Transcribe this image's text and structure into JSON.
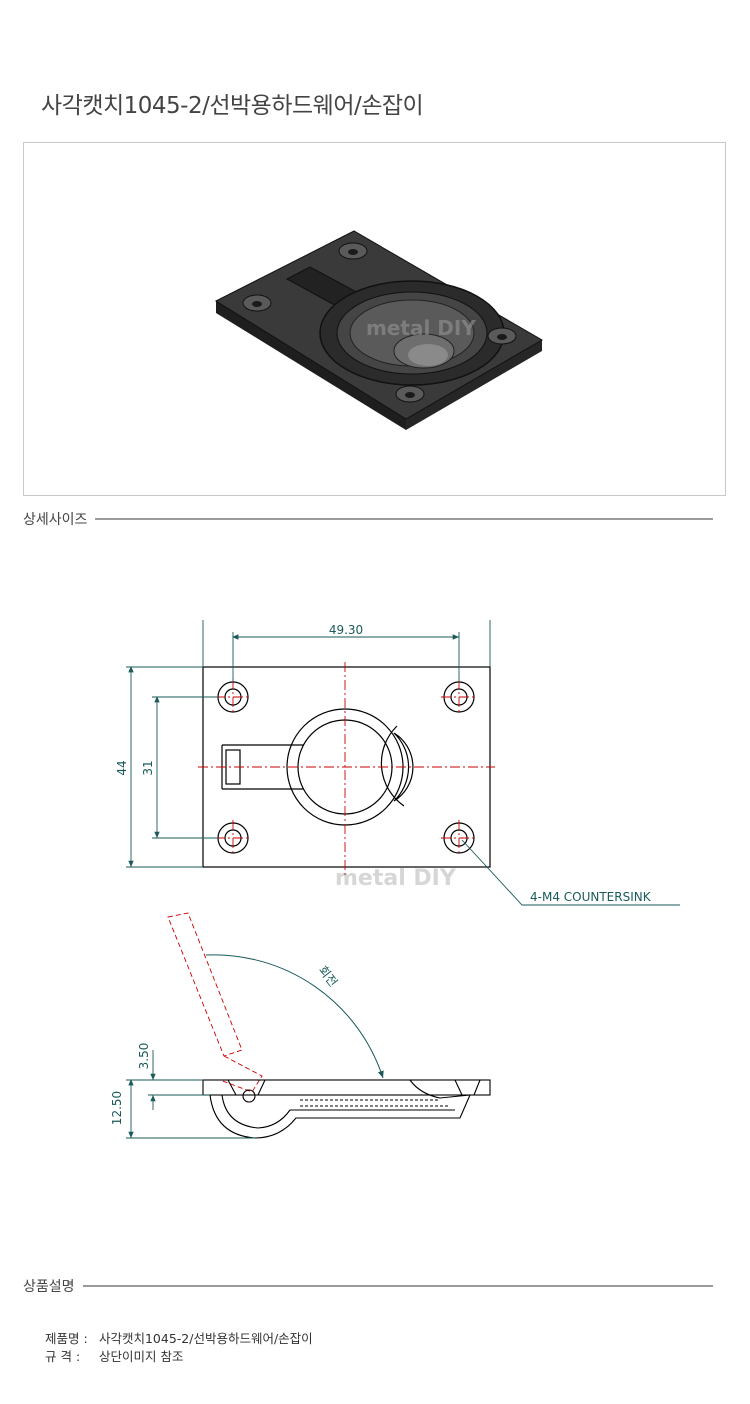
{
  "page": {
    "title": "사각캣치1045-2/선박용하드웨어/손잡이"
  },
  "photo": {
    "watermark": "metal DIY"
  },
  "sections": {
    "size_label": "상세사이즈",
    "desc_label": "상품설명"
  },
  "drawing": {
    "dim_width": "49.30",
    "dim_height_outer": "44",
    "dim_height_holes": "31",
    "callout": "4-M4 COUNTERSINK",
    "rotation_label": "회전",
    "dim_lift": "3.50",
    "dim_thickness": "12.50",
    "watermark": "metal DIY",
    "line_color": "#000000",
    "dim_color": "#1a5a5a",
    "center_color": "#cc0000"
  },
  "description": {
    "rows": [
      {
        "key": "제품명 :",
        "value": "사각캣치1045-2/선박용하드웨어/손잡이"
      },
      {
        "key": "규    격 :",
        "value": "상단이미지 참조"
      }
    ]
  }
}
